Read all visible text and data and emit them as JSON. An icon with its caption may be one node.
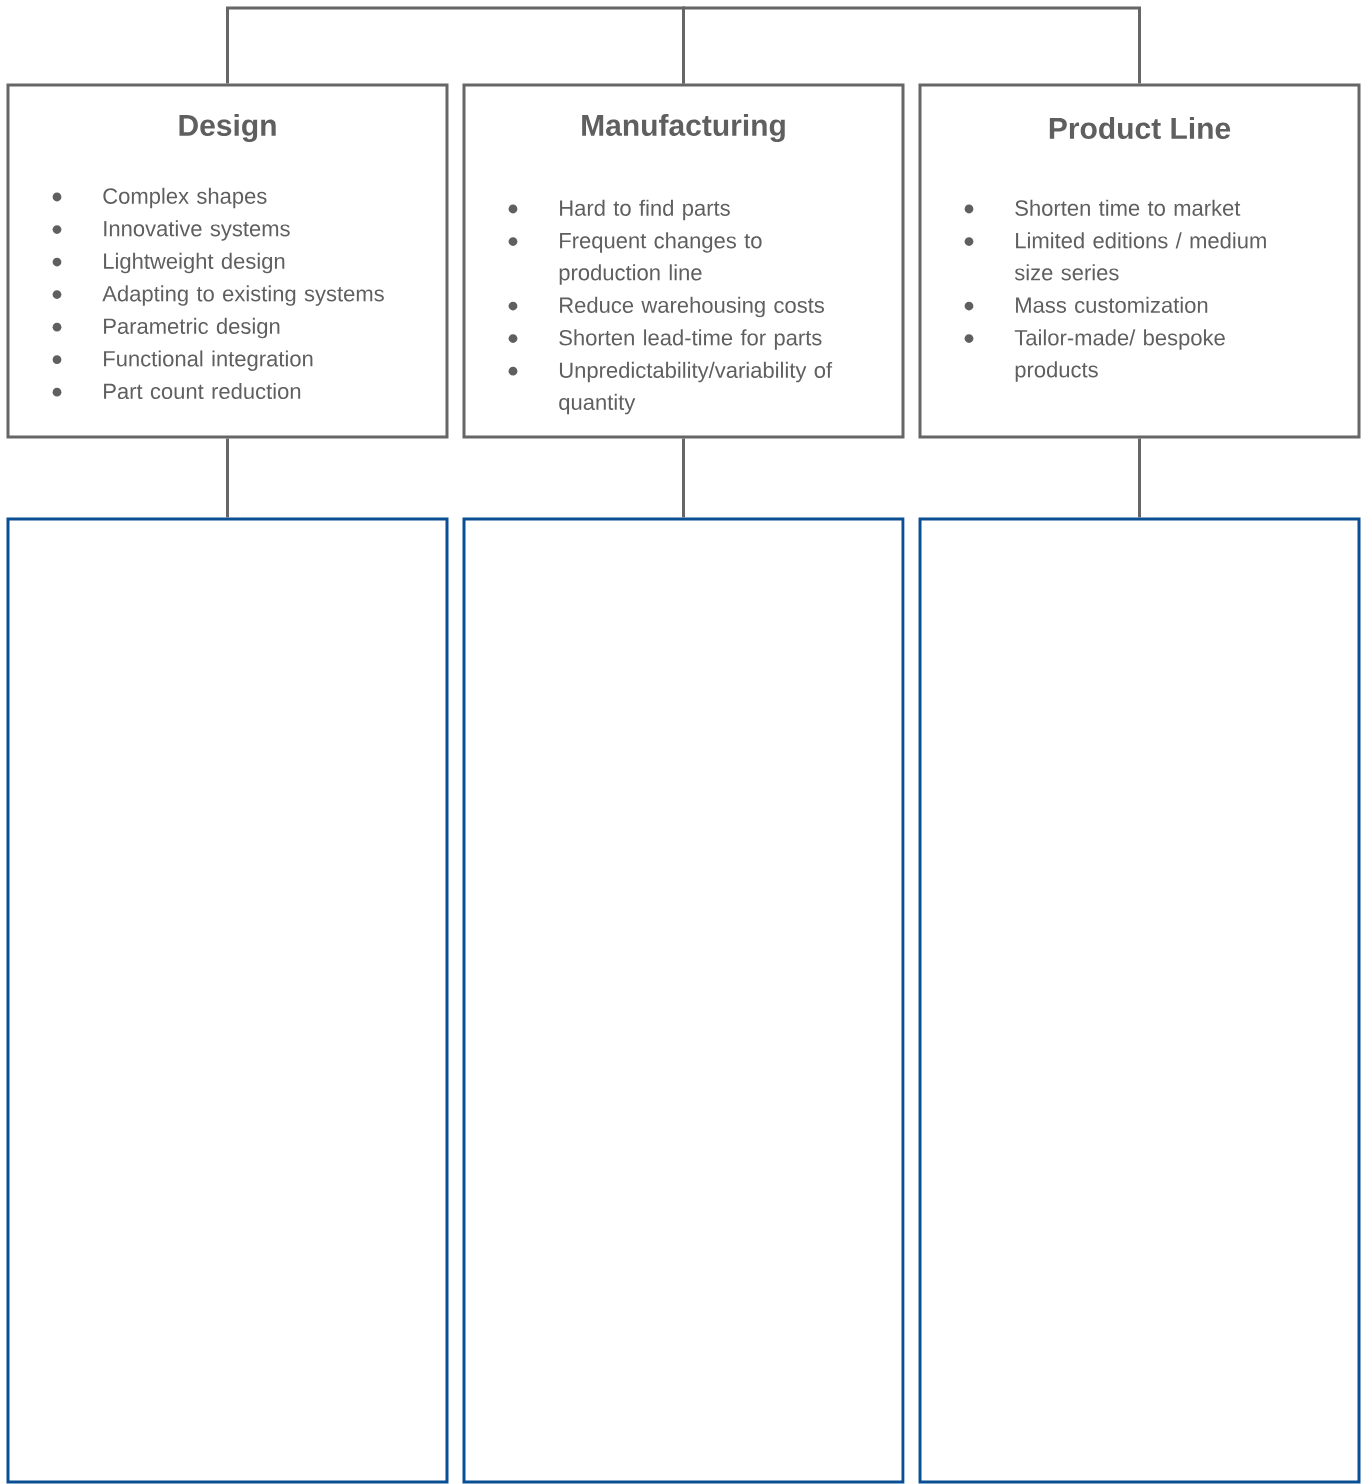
{
  "diagram": {
    "nodes": [
      {
        "text": [
          "Design",
          "Complex shapes",
          "Innovative systems",
          "Lightweight design",
          "Adapting to existing systems",
          "Parametric design",
          "Functional integration",
          "Part count reduction"
        ]
      },
      {
        "text": [
          "Manufacturing",
          "Hard to find parts",
          "Frequent changes to production line",
          "Reduce warehousing costs",
          "Shorten lead-time for parts",
          "Unpredictability/variability of quantity"
        ]
      },
      {
        "text": [
          "Product Line",
          "Shorten time to market",
          "Limited editions / medium size series",
          "Mass customization",
          "Tailor-made/ bespoke products"
        ]
      },
      {
        "text": [],
        "shape": "box"
      },
      {
        "text": [],
        "shape": "box"
      },
      {
        "text": [],
        "shape": "box"
      }
    ],
    "edges": [
      {
        "from": 0,
        "to": 1,
        "arrow": "none"
      },
      {
        "from": 1,
        "to": 2,
        "arrow": "none"
      },
      {
        "from": 0,
        "to": 3,
        "arrow": "none"
      },
      {
        "from": 1,
        "to": 4,
        "arrow": "none"
      },
      {
        "from": 2,
        "to": 5,
        "arrow": "none"
      }
    ]
  }
}
